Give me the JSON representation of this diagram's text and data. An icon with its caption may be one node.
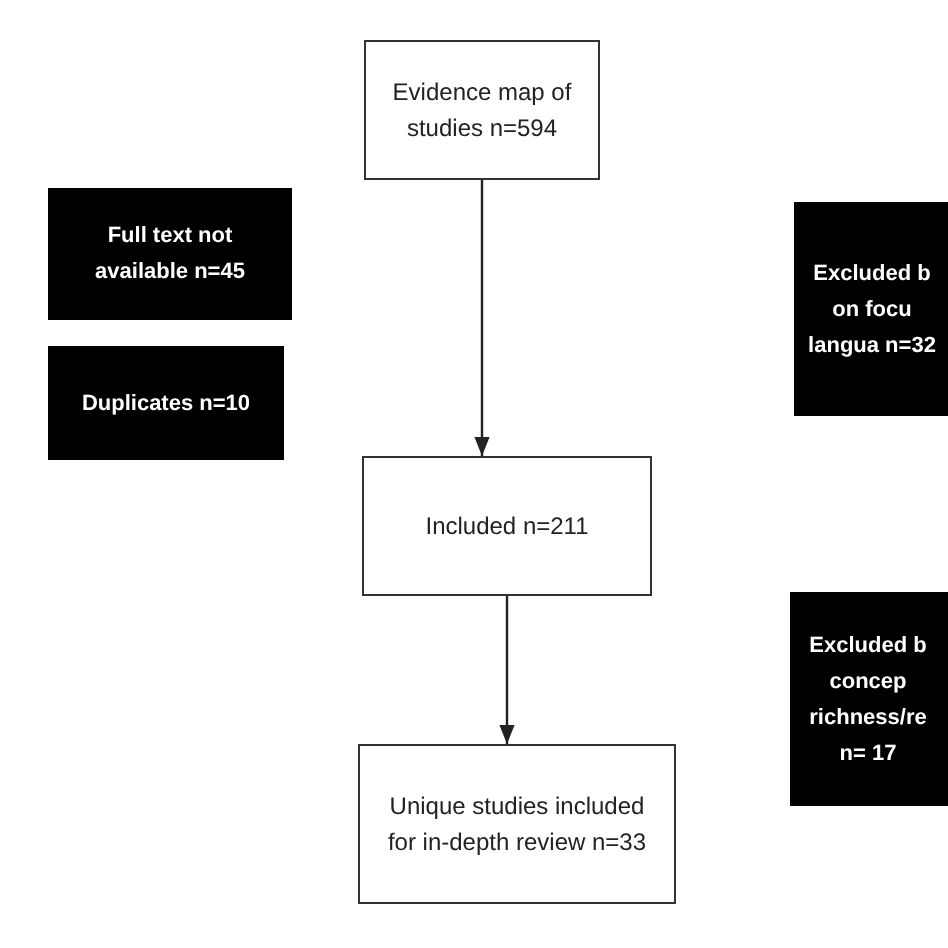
{
  "diagram": {
    "nodes": [
      {
        "text": [
          "Evidence map of studies n=594"
        ]
      },
      {
        "text": [
          "Full text not available n=45"
        ]
      },
      {
        "text": [
          "Duplicates n=10"
        ]
      },
      {
        "text": [
          "Excluded b on focu langua n=32"
        ]
      },
      {
        "text": [
          "Included n=211"
        ]
      },
      {
        "text": [
          "Excluded b concep richness/re n= 17"
        ]
      },
      {
        "text": [
          "Unique studies included for in-depth review n=33"
        ]
      }
    ],
    "edges": [
      {
        "from": 0,
        "to": 4,
        "arrow": "to"
      },
      {
        "from": 4,
        "to": 6,
        "arrow": "to"
      }
    ]
  }
}
